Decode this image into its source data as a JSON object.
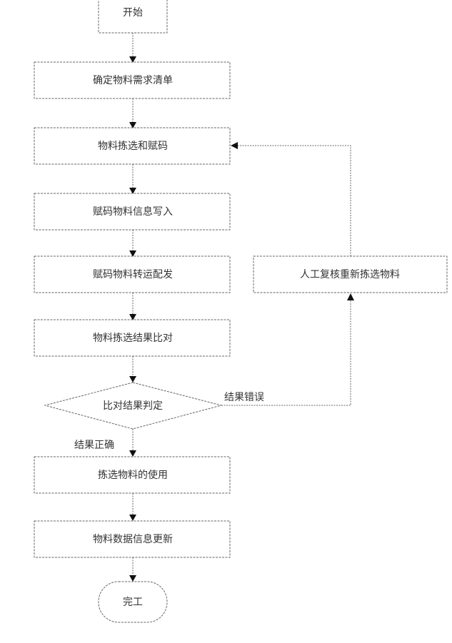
{
  "nodes": {
    "start": "开始",
    "step1": "确定物料需求清单",
    "step2": "物料拣选和赋码",
    "step3": "赋码物料信息写入",
    "step4": "赋码物料转运配发",
    "step5": "物料拣选结果比对",
    "decision": "比对结果判定",
    "manual": "人工复核重新拣选物料",
    "step6": "拣选物料的使用",
    "step7": "物料数据信息更新",
    "end": "完工"
  },
  "edges": {
    "wrong": "结果错误",
    "correct": "结果正确"
  }
}
